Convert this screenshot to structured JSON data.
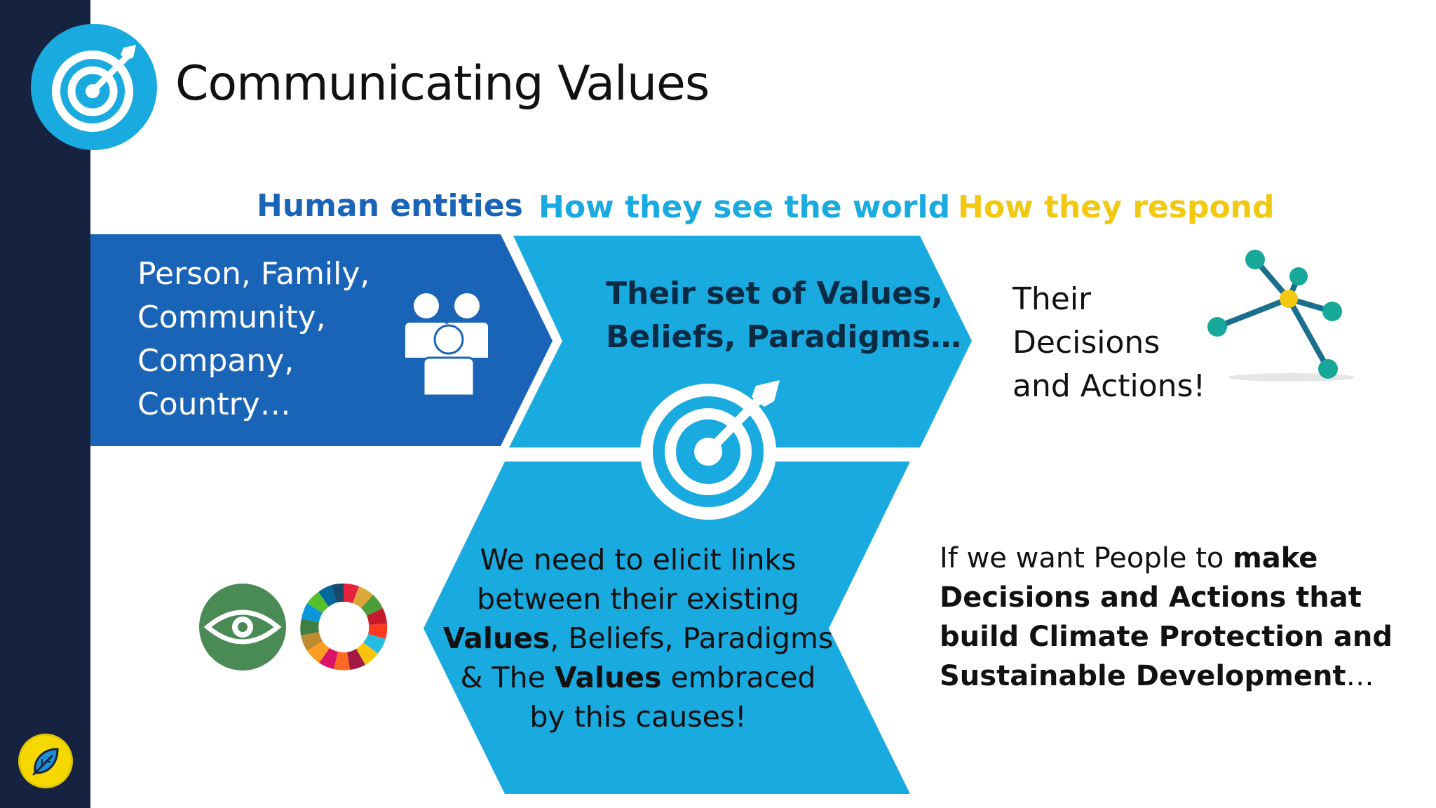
{
  "slide": {
    "title": "Communicating Values"
  },
  "columns": {
    "human_entities": {
      "header": "Human entities",
      "color": "#1a64b8"
    },
    "how_they_see": {
      "header": "How they see the world",
      "color": "#19abe0"
    },
    "how_they_respond": {
      "header": "How they respond",
      "color": "#f2c811"
    }
  },
  "entities": {
    "lines": [
      "Person, Family,",
      "Community,",
      "Company,",
      "Country…"
    ]
  },
  "values": {
    "lines": [
      "Their set of Values,",
      "Beliefs, Paradigms…"
    ]
  },
  "respond": {
    "lines": [
      "Their",
      "Decisions",
      "and Actions!"
    ]
  },
  "elicit": {
    "line1": "We need to elicit links",
    "line2": "between their existing",
    "line3_bold": "Values",
    "line3_rest": ", Beliefs, Paradigms",
    "line4_pre": "& The ",
    "line4_bold": "Values",
    "line4_post": " embraced",
    "line5": "by this causes!"
  },
  "conclusion": {
    "line1_pre": "If we want People to ",
    "line1_bold": "make",
    "line2": "Decisions and Actions that",
    "line3": "build Climate Protection and",
    "line4_bold": "Sustainable Development",
    "line4_post": "…"
  },
  "colors": {
    "sidebar": "#152340",
    "accent_cyan": "#19abe0",
    "dark_blue": "#1a64b8",
    "yellow": "#f5d800",
    "network_node": "#17a89a",
    "network_center": "#f2c811",
    "eye_green": "#4a8a55"
  },
  "icons": {
    "title": "target-icon",
    "entities": "people-group-icon",
    "values": "target-icon",
    "respond": "network-icon",
    "eye": "eye-globe-icon",
    "sdg": "sdg-wheel-icon",
    "badge": "leaf-icon"
  }
}
